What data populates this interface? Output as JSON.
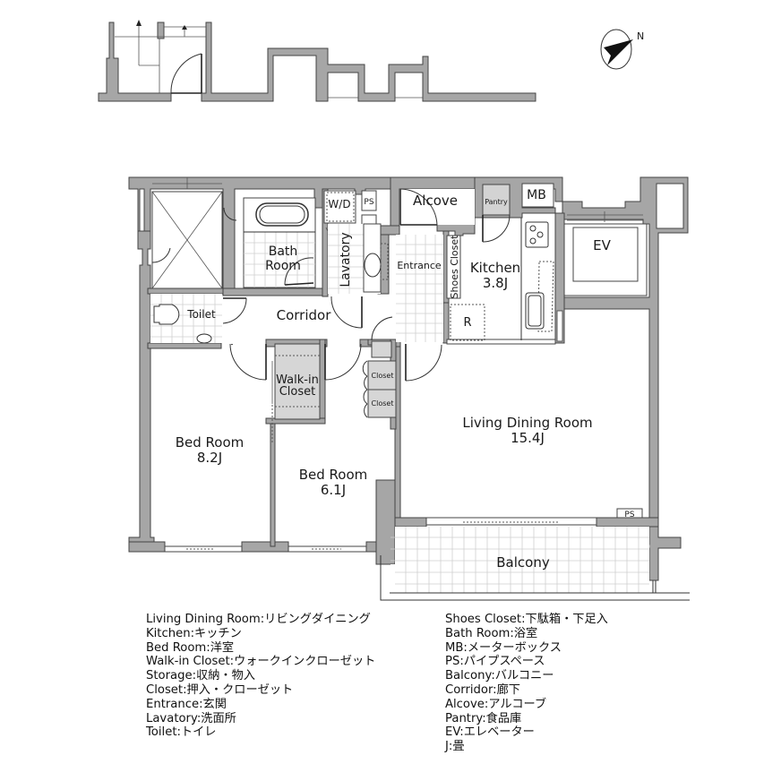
{
  "compass": {
    "label": "N"
  },
  "rooms": {
    "bath_room": {
      "line1": "Bath",
      "line2": "Room"
    },
    "wd": "W/D",
    "ps_top": "PS",
    "lavatory": "Lavatory",
    "alcove": "Alcove",
    "pantry": "Pantry",
    "mb": "MB",
    "ev": "EV",
    "entrance": "Entrance",
    "shoes_closet": "Shoes Closet",
    "kitchen": {
      "name": "Kitchen",
      "size": "3.8J"
    },
    "refrigerator": "R",
    "toilet": "Toilet",
    "corridor": "Corridor",
    "walk_in_closet": {
      "line1": "Walk-in",
      "line2": "Closet"
    },
    "closet_1": "Closet",
    "closet_2": "Closet",
    "bed_room_1": {
      "name": "Bed Room",
      "size": "8.2J"
    },
    "bed_room_2": {
      "name": "Bed Room",
      "size": "6.1J"
    },
    "living_dining": {
      "name": "Living Dining Room",
      "size": "15.4J"
    },
    "ps_bottom": "PS",
    "balcony": "Balcony"
  },
  "legend": {
    "left": [
      "Living Dining Room:リビングダイニング",
      "Kitchen:キッチン",
      "Bed Room:洋室",
      "Walk-in Closet:ウォークインクローゼット",
      "Storage:収納・物入",
      "Closet:押入・クローゼット",
      "Entrance:玄関",
      "Lavatory:洗面所",
      "Toilet:トイレ"
    ],
    "right": [
      "Shoes Closet:下駄箱・下足入",
      "Bath Room:浴室",
      "MB:メーターボックス",
      "PS:パイプスペース",
      "Balcony:バルコニー",
      "Corridor:廊下",
      "Alcove:アルコーブ",
      "Pantry:食品庫",
      "EV:エレベーター",
      "J:畳"
    ]
  }
}
